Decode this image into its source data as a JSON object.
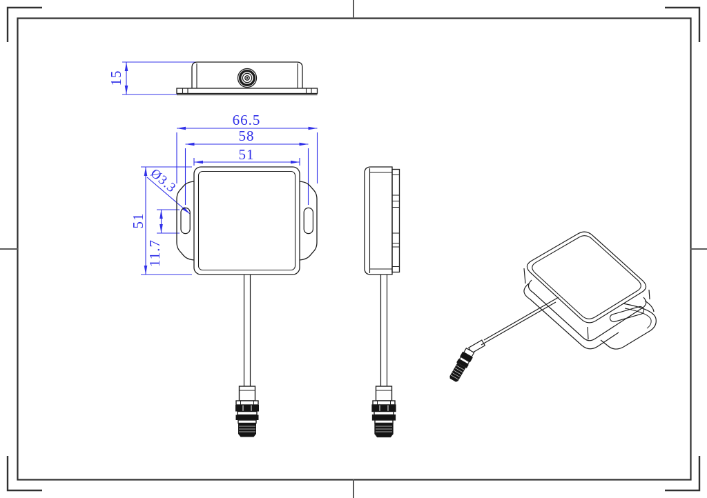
{
  "sheet": {
    "description": "Engineering dimension drawing of a GPS patch antenna with cable and SMA connector",
    "colors": {
      "dimension_blue": "#3030e8",
      "line_black": "#1c1c1c",
      "frame_gray": "#2f2f2f",
      "center_mark_gray": "#5a5a5a"
    }
  },
  "dims": {
    "profile_height": "15",
    "overall_width": "66.5",
    "slot_spacing": "58",
    "body_width": "51",
    "body_height": "51",
    "slot_length": "11.7",
    "slot_diameter": "Ø3.3"
  }
}
